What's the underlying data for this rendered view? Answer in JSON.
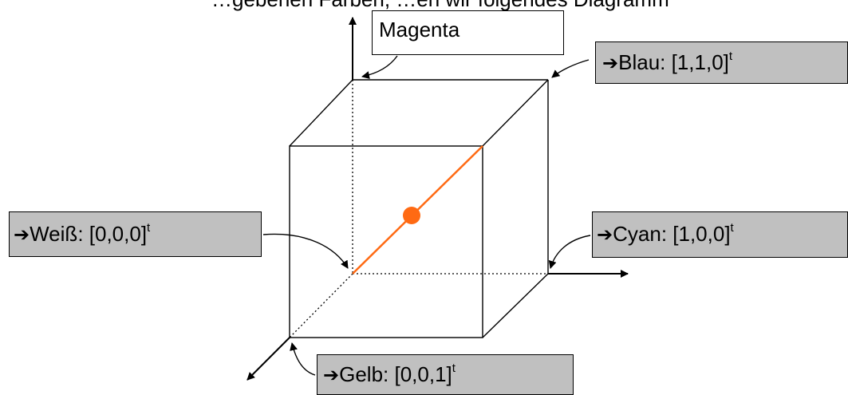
{
  "header": {
    "text": "…gebenen Farben, …en wir folgendes Diagramm"
  },
  "labels": {
    "arrow_symbol": "➔",
    "magenta": {
      "name": "Magenta"
    },
    "blau": {
      "name": "Blau",
      "coords": "[1,1,0]",
      "superscript": "t"
    },
    "weiss": {
      "name": "Weiß",
      "coords": "[0,0,0]",
      "superscript": "t"
    },
    "cyan": {
      "name": "Cyan",
      "coords": "[1,0,0]",
      "superscript": "t"
    },
    "gelb": {
      "name": "Gelb",
      "coords": "[0,0,1]",
      "superscript": "t"
    }
  },
  "colors": {
    "diagonal_line": "#ff6a13",
    "center_dot": "#ff6a13",
    "label_gray": "#c0c0c0"
  }
}
